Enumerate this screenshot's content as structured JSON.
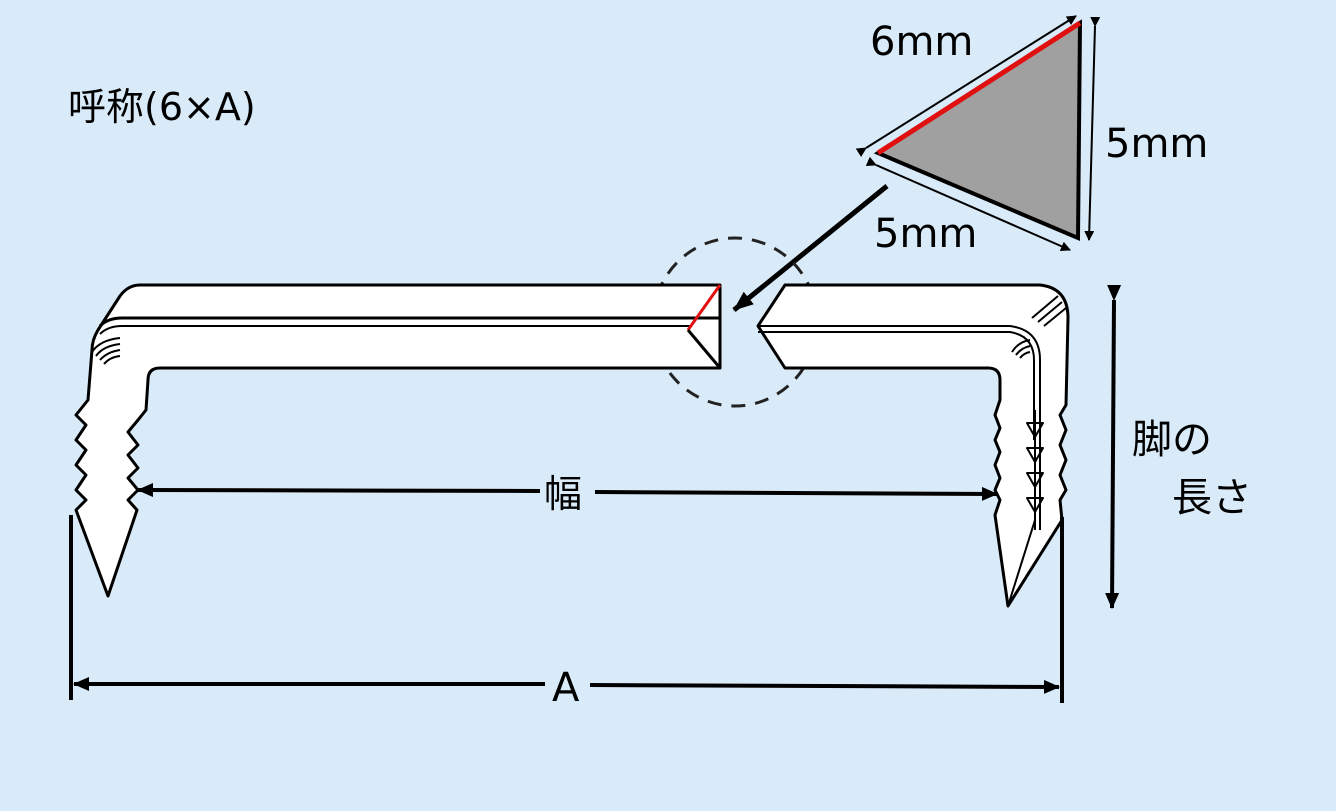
{
  "title": "呼称(6×A)",
  "cross_section": {
    "side_top": "6mm",
    "side_right": "5mm",
    "side_bottom": "5mm",
    "fill_color": "#a0a0a0",
    "highlight_color": "#e01010"
  },
  "dimensions": {
    "width_label": "幅",
    "overall_label": "A",
    "leg_length_line1": "脚の",
    "leg_length_line2": "長さ"
  },
  "colors": {
    "background": "#d9eaf8",
    "staple_fill": "#ffffff",
    "stroke": "#000000"
  }
}
